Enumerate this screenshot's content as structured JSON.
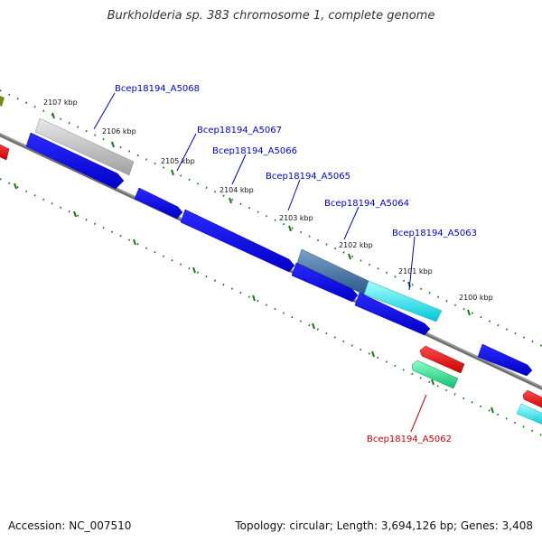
{
  "title": "Burkholderia sp. 383 chromosome 1, complete genome",
  "footer": {
    "accession": "Accession: NC_007510",
    "summary": "Topology: circular; Length: 3,694,126 bp; Genes: 3,408"
  },
  "colors": {
    "backbone": "#7a7a7a",
    "tick": "#1a7a1a",
    "forward_gene": "#0000e6",
    "reverse_gene": "#e60000",
    "label_forward": "#0000cc",
    "label_reverse": "#cc0000"
  },
  "ticks": [
    {
      "label": "2107 kbp"
    },
    {
      "label": "2106 kbp"
    },
    {
      "label": "2105 kbp"
    },
    {
      "label": "2104 kbp"
    },
    {
      "label": "2103 kbp"
    },
    {
      "label": "2102 kbp"
    },
    {
      "label": "2101 kbp"
    },
    {
      "label": "2100 kbp"
    }
  ],
  "genes": [
    {
      "name": "Bcep18194_A5068",
      "strand": "+",
      "color": "#bdbdbd"
    },
    {
      "name": "Bcep18194_A5067",
      "strand": "+",
      "color": "#0000e6"
    },
    {
      "name": "Bcep18194_A5066",
      "strand": "+",
      "color": "#0000e6"
    },
    {
      "name": "Bcep18194_A5065",
      "strand": "+",
      "color": "#4a78a8"
    },
    {
      "name": "Bcep18194_A5064",
      "strand": "+",
      "color": "#0000e6"
    },
    {
      "name": "Bcep18194_A5063",
      "strand": "+",
      "color": "#33dede"
    },
    {
      "name": "Bcep18194_A5062",
      "strand": "-",
      "color": "#22e88a"
    }
  ]
}
